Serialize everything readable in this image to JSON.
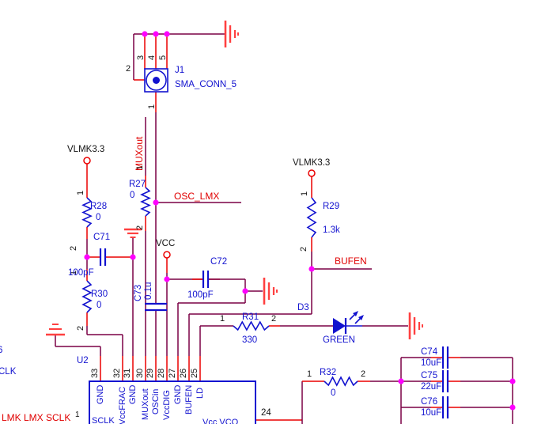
{
  "schematic": {
    "connector": {
      "ref": "J1",
      "part": "SMA_CONN_5",
      "pin1": "1",
      "pin2": "2",
      "pin3": "3",
      "pin4": "4",
      "pin5": "5"
    },
    "power": {
      "vlmk33_left": "VLMK3.3",
      "vlmk33_right": "VLMK3.3",
      "vcc": "VCC"
    },
    "nets": {
      "muxout": "MUXout",
      "osc_lmx": "OSC_LMX",
      "bufen": "BUFEN",
      "sclk_bus": "LMK LMX SCLK",
      "sclk_partial": "CLK",
      "partial_left": "6"
    },
    "resistors": {
      "r27": {
        "ref": "R27",
        "value": "0",
        "p1": "1",
        "p2": "2"
      },
      "r28": {
        "ref": "R28",
        "value": "0",
        "p1": "1",
        "p2": "2"
      },
      "r29": {
        "ref": "R29",
        "value": "1.3k",
        "p1": "1",
        "p2": "2"
      },
      "r30": {
        "ref": "R30",
        "value": "0",
        "p1": "1",
        "p2": "2"
      },
      "r31": {
        "ref": "R31",
        "value": "330",
        "p1": "1",
        "p2": "2"
      },
      "r32": {
        "ref": "R32",
        "value": "0",
        "p1": "1",
        "p2": "2"
      }
    },
    "capacitors": {
      "c71": {
        "ref": "C71",
        "value": "100pF"
      },
      "c72": {
        "ref": "C72",
        "value": "100pF"
      },
      "c73": {
        "ref": "C73",
        "value": "0.1u"
      },
      "c74": {
        "ref": "C74",
        "value": "10uF"
      },
      "c75": {
        "ref": "C75",
        "value": "22uF"
      },
      "c76": {
        "ref": "C76",
        "value": "10uF"
      }
    },
    "diode": {
      "ref": "D3",
      "value": "GREEN"
    },
    "ic": {
      "ref": "U2",
      "top_pins": [
        {
          "num": "33",
          "name": "GND"
        },
        {
          "num": "32",
          "name": "VccFRAC"
        },
        {
          "num": "31",
          "name": "GND"
        },
        {
          "num": "30",
          "name": "MUXout"
        },
        {
          "num": "29",
          "name": "OSCin"
        },
        {
          "num": "28",
          "name": "VccDIG"
        },
        {
          "num": "27",
          "name": "GND"
        },
        {
          "num": "26",
          "name": "BUFEN"
        },
        {
          "num": "25",
          "name": "LD"
        }
      ],
      "left_pin": {
        "num": "1",
        "name": "SCLK"
      },
      "right_pin": {
        "num": "24",
        "name": "Vcc VCO"
      }
    },
    "colors": {
      "wire": "#7a0045",
      "pin": "#ea0000",
      "symbol": "#1212cf",
      "net_label": "#e00000",
      "junction": "#ff00ff",
      "ground": "#ff4040",
      "text": "#141414"
    }
  }
}
